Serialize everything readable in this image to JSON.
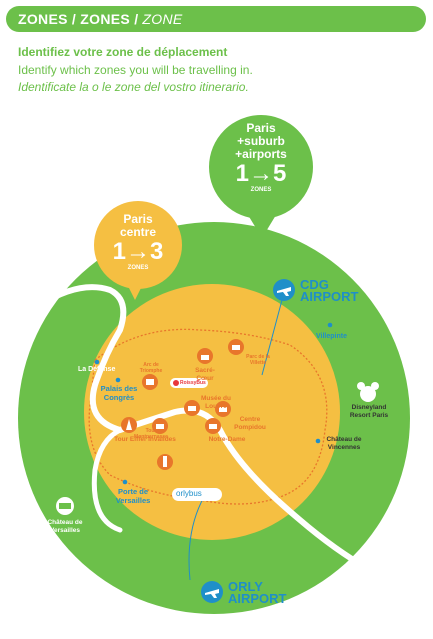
{
  "header": {
    "title_main": "ZONES / ZONES /",
    "title_italic": "ZONE",
    "line_fr": "Identifiez votre zone de déplacement",
    "line_en": "Identify which zones you will be travelling in.",
    "line_it": "Identificate la o le zone del vostro itinerario."
  },
  "bubble_centre": {
    "line1": "Paris",
    "line2": "centre",
    "zones": "1→3",
    "zones_word": "ZONES"
  },
  "bubble_outer": {
    "line1": "Paris",
    "line2": "+suburb",
    "line3": "+airports",
    "zones": "1→5",
    "zones_word": "ZONES"
  },
  "airports": {
    "cdg_line1": "CDG",
    "cdg_line2": "AIRPORT",
    "orly_line1": "ORLY",
    "orly_line2": "AIRPORT"
  },
  "places": {
    "la_defense": "La Défense",
    "palais_congres": "Palais des Congrès",
    "porte_versailles": "Porte de Versailles",
    "villepinte": "Villepinte",
    "chateau_vincennes": "Château de Vincennes",
    "disneyland": "Disneyland Resort Paris",
    "chateau_versailles": "Château de Versailles"
  },
  "monuments": {
    "arc": "Arc de Triomphe",
    "sacre_coeur": "Sacré-Cœur",
    "parc_villette": "Parc de la Villette",
    "louvre": "Musée du Louvre",
    "pompidou": "Centre Pompidou",
    "notre_dame": "Notre-Dame",
    "tour_eiffel": "Tour Eiffel",
    "invalides": "Invalides",
    "montparnasse": "Tour Montparnasse"
  },
  "buses": {
    "roissybus": "RoissyBus",
    "orlybus": "orlybus"
  },
  "colors": {
    "green": "#6cc04a",
    "yellow": "#f5bf42",
    "orange": "#e8762b",
    "blue": "#1f8fc9"
  }
}
